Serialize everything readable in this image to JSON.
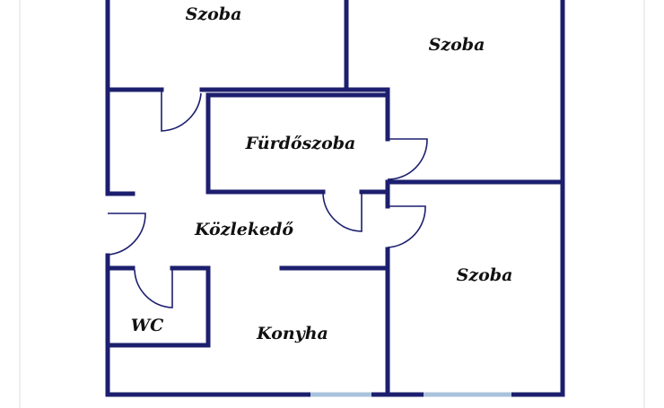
{
  "rooms": {
    "szoba_top_left": "Szoba",
    "szoba_top_right": "Szoba",
    "furdoszoba": "Fürdőszoba",
    "kozlekedo": "Közlekedő",
    "szoba_bottom_right": "Szoba",
    "wc": "WC",
    "konyha": "Konyha"
  },
  "colors": {
    "wall": "#1c1f6e",
    "window": "#a9c2dc",
    "background": "#ffffff"
  }
}
